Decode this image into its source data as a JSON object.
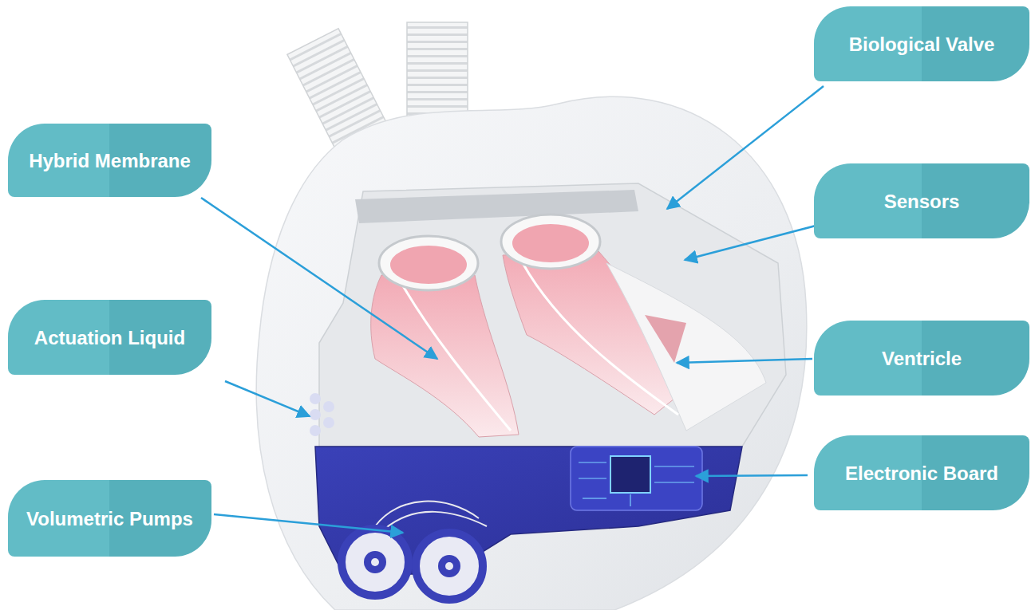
{
  "diagram": {
    "nodes": [
      {
        "text": [
          "Biological Valve"
        ]
      },
      {
        "text": [
          "Hybrid Membrane"
        ]
      },
      {
        "text": [
          "Sensors"
        ]
      },
      {
        "text": [
          "Actuation Liquid"
        ]
      },
      {
        "text": [
          "Ventricle"
        ]
      },
      {
        "text": [
          "Electronic Board"
        ]
      },
      {
        "text": [
          "Volumetric Pumps"
        ]
      }
    ]
  }
}
